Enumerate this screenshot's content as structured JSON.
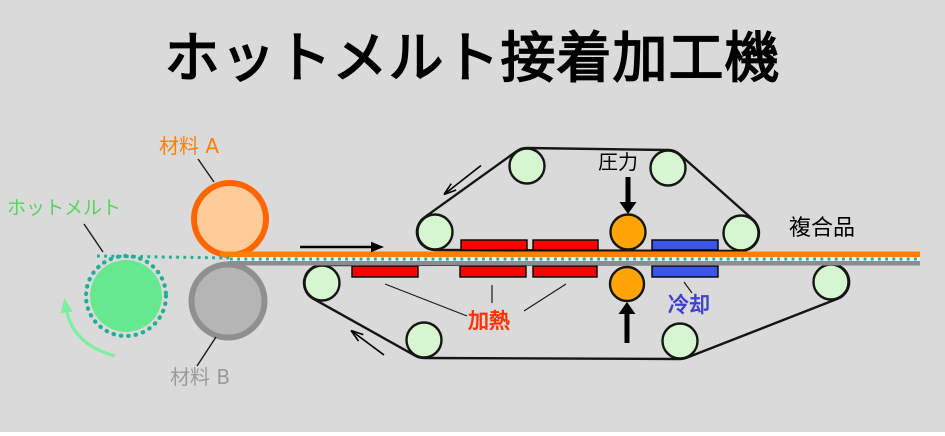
{
  "title": "ホットメルト接着加工機",
  "labels": {
    "material_a": "材料 A",
    "hot_melt": "ホットメルト",
    "material_b": "材料 B",
    "pressure": "圧力",
    "heating": "加熱",
    "cooling": "冷却",
    "composite_product": "複合品"
  },
  "colors": {
    "background": "#DADADA",
    "title_text": "#000000",
    "material_a_label": "#FF8000",
    "roller_a_stroke": "#FF6600",
    "roller_a_fill": "#FFCC99",
    "hot_melt_label": "#53D65B",
    "hot_melt_fill": "#66E88E",
    "hot_melt_dots": "#1FAF97",
    "material_b_label": "#9A9A9A",
    "roller_b_stroke": "#8F8F8F",
    "roller_b_fill": "#B5B5B5",
    "belt_line": "#151515",
    "belt_roller_fill": "#D6F6CF",
    "pressure_roller_fill": "#FFA405",
    "heater_fill": "#FF0000",
    "cooler_fill": "#3A55E8",
    "web_orange": "#FF8000",
    "web_band": "#EFEFEF",
    "web_gray": "#8C8C8C",
    "heating_label": "#FF3300",
    "cooling_label": "#4040CC",
    "pressure_label": "#000000",
    "composite_label": "#000000",
    "rotation_arrow": "#7CEFA0",
    "black_arrow": "#000000",
    "pointer_line": "#1A1A1A"
  }
}
